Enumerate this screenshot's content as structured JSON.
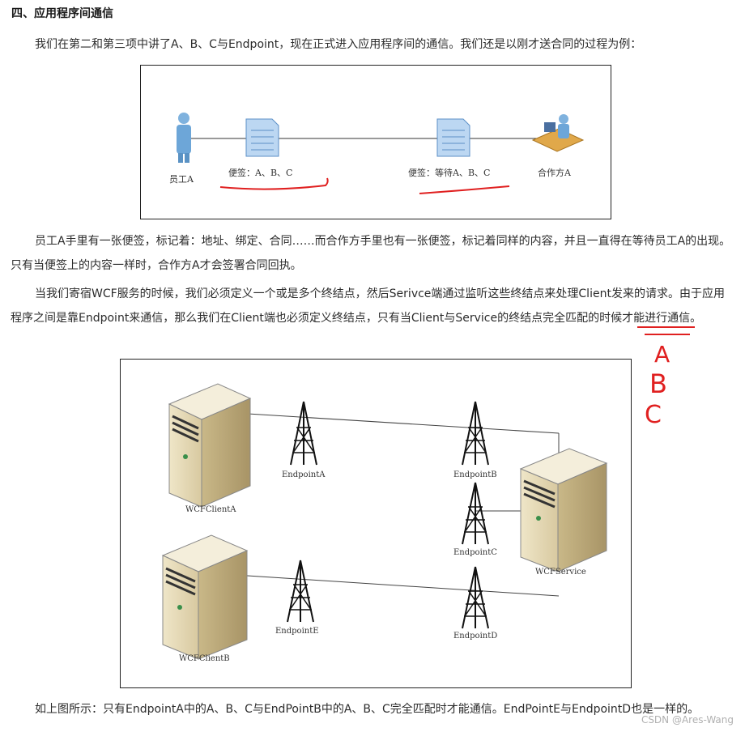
{
  "heading": "四、应用程序间通信",
  "para1": "我们在第二和第三项中讲了A、B、C与Endpoint，现在正式进入应用程序间的通信。我们还是以刚才送合同的过程为例：",
  "figure1": {
    "labels": {
      "employee": "员工A",
      "note_left": "便签：A、B、C",
      "note_right": "便签：等待A、B、C",
      "partner": "合作方A"
    }
  },
  "para2": "员工A手里有一张便签，标记着：地址、绑定、合同……而合作方手里也有一张便签，标记着同样的内容，并且一直得在等待员工A的出现。只有当便签上的内容一样时，合作方A才会签署合同回执。",
  "para3": "当我们寄宿WCF服务的时候，我们必须定义一个或是多个终结点，然后Serivce端通过监听这些终结点来处理Client发来的请求。由于应用程序之间是靠Endpoint来通信，那么我们在Client端也必须定义终结点，只有当Client与Service的终结点完全匹配的时候才能进行通信。",
  "figure2": {
    "labels": {
      "clientA": "WCFClientA",
      "clientB": "WCFClientB",
      "service": "WCFService",
      "endpointA": "EndpointA",
      "endpointB": "EndpointB",
      "endpointC": "EndpointC",
      "endpointD": "EndpointD",
      "endpointE": "EndpointE"
    }
  },
  "handwritten": [
    "A",
    "B",
    "C"
  ],
  "para4": "如上图所示：只有EndpointA中的A、B、C与EndPointB中的A、B、C完全匹配时才能通信。EndPointE与EndpointD也是一样的。",
  "watermark": "CSDN @Ares-Wang",
  "colors": {
    "annotation": "#e02020",
    "note_fill": "#bcd7f2"
  }
}
